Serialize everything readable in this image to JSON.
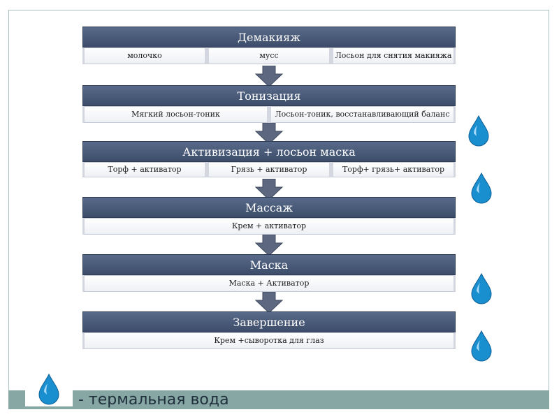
{
  "steps": [
    {
      "title": "Демакияж",
      "options": [
        "молочко",
        "мусс",
        "Лосьон для снятия макияжа"
      ]
    },
    {
      "title": "Тонизация",
      "options": [
        "Мягкий лосьон-тоник",
        "Лосьон-тоник, восстанавливающий баланс"
      ]
    },
    {
      "title": "Активизация + лосьон маска",
      "options": [
        "Торф + активатор",
        "Грязь + активатор",
        "Торф+ грязь+ активатор"
      ]
    },
    {
      "title": "Массаж",
      "options": [
        "Крем + активатор"
      ]
    },
    {
      "title": "Маска",
      "options": [
        "Маска + Активатор"
      ]
    },
    {
      "title": "Завершение",
      "options": [
        "Крем +сыворотка для глаз"
      ]
    }
  ],
  "legend": {
    "text": "- термальная вода",
    "icon": "water-drop-icon"
  },
  "colors": {
    "header": "#4a5a78",
    "footer": "#87a7a5",
    "drop": "#1a8fd0",
    "arrow": "#5a6478"
  }
}
